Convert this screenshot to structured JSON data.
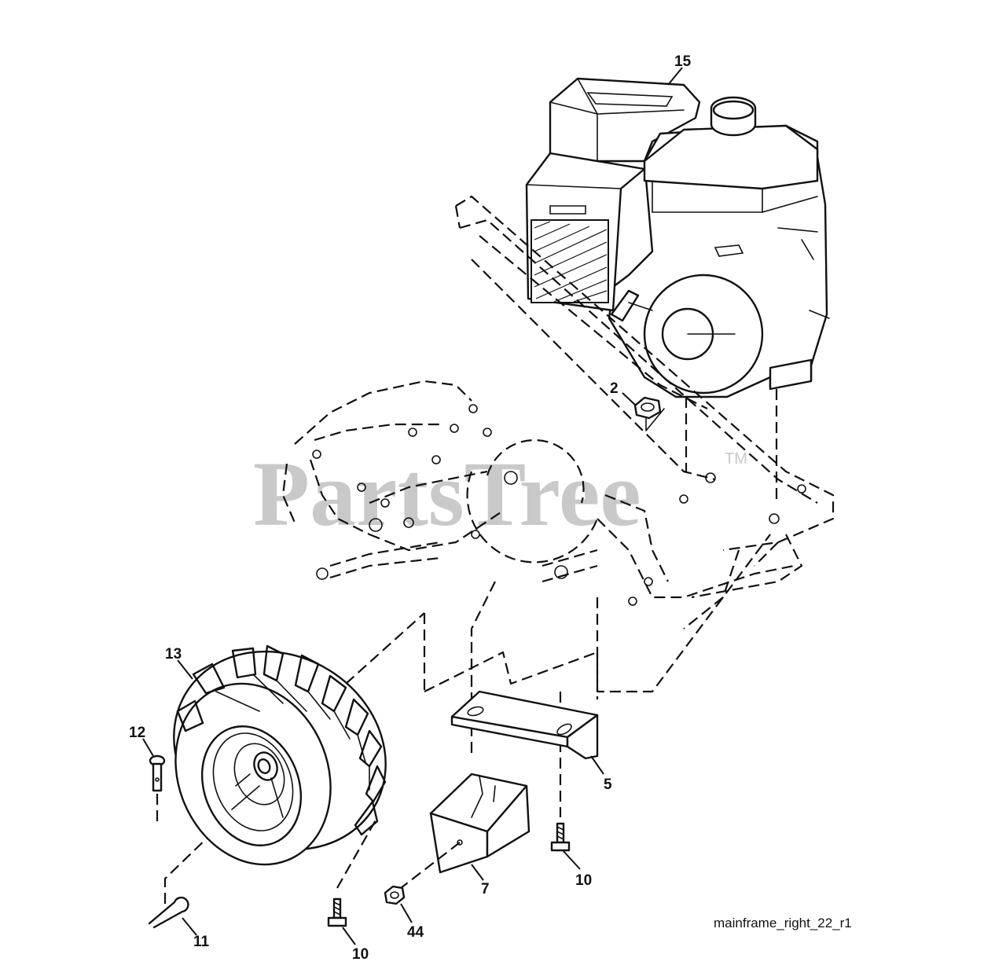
{
  "watermark": {
    "text": "PartsTree",
    "trademark": "TM"
  },
  "caption": "mainframe_right_22_r1",
  "callouts": {
    "engine": "15",
    "nut_top": "2",
    "wheel": "13",
    "pin": "12",
    "bracket": "5",
    "bolt_right": "10",
    "weight": "7",
    "hex_nut": "44",
    "bolt_left": "10",
    "hair_pin": "11"
  }
}
